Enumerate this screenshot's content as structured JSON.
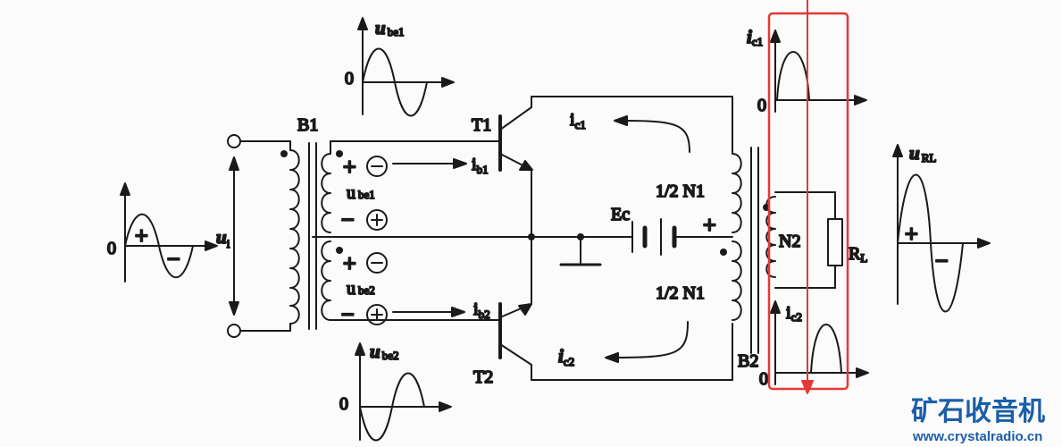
{
  "labels": {
    "transformer_in": "B1",
    "transformer_out": "B2",
    "transistor_top": "T1",
    "transistor_bottom": "T2",
    "supply": "Ec",
    "winding_top": "1/2 N1",
    "winding_bottom": "1/2 N1",
    "secondary": "N2",
    "load": "R",
    "load_sub": "L",
    "input_voltage": "u",
    "input_voltage_sub": "i",
    "ube1": "u",
    "ube1_sub": "be1",
    "ube2": "u",
    "ube2_sub": "be2",
    "ube1_graph": "u",
    "ube1_graph_sub": "be1",
    "ube2_graph": "u",
    "ube2_graph_sub": "be2",
    "ib1": "i",
    "ib1_sub": "b1",
    "ib2": "i",
    "ib2_sub": "b2",
    "ic1_circuit": "i",
    "ic1_circuit_sub": "c1",
    "ic2_circuit": "i",
    "ic2_circuit_sub": "c2",
    "ic1_graph": "i",
    "ic1_graph_sub": "c1",
    "ic2_graph": "i",
    "ic2_graph_sub": "c2",
    "url_graph": "u",
    "url_graph_sub": "RL",
    "zero": "0",
    "plus": "+",
    "minus": "−"
  },
  "watermark": {
    "name": "矿石收音机",
    "url": "www.crystalradio.cn"
  },
  "colors": {
    "ink": "#1a1a1a",
    "highlight": "#e53935",
    "watermark": "#1b5fa8"
  }
}
